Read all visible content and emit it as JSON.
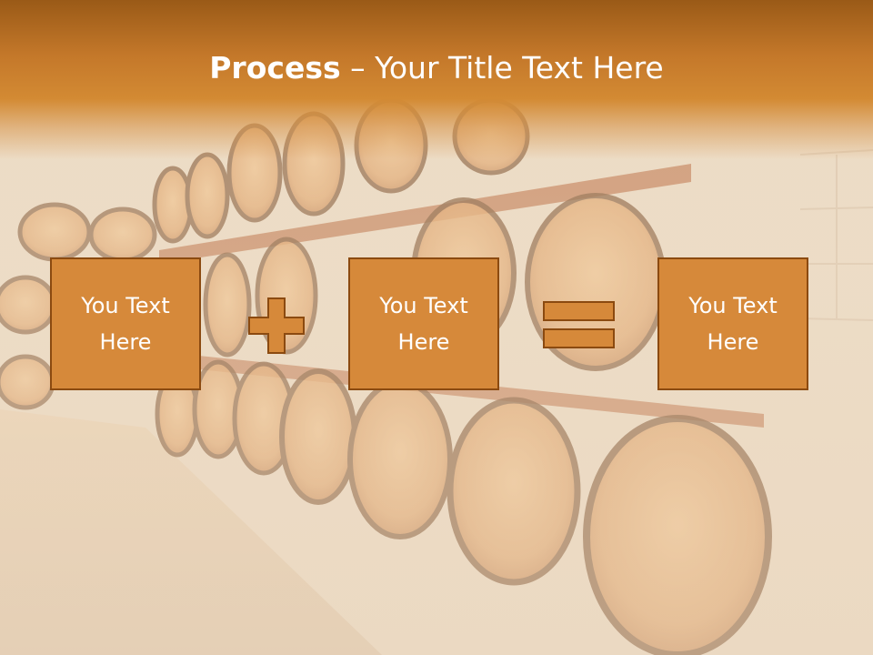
{
  "slide": {
    "title_bold": "Process",
    "title_rest": " – Your Title Text Here",
    "boxes": [
      {
        "text": "You Text Here"
      },
      {
        "text": "You Text Here"
      },
      {
        "text": "You Text Here"
      }
    ],
    "operators": [
      "plus-icon",
      "equals-icon"
    ],
    "colors": {
      "box_fill": "#d6893a",
      "box_border": "#8b4a10",
      "operator_fill": "#d6893a",
      "title_band": "#c4782a",
      "text": "#ffffff"
    }
  }
}
